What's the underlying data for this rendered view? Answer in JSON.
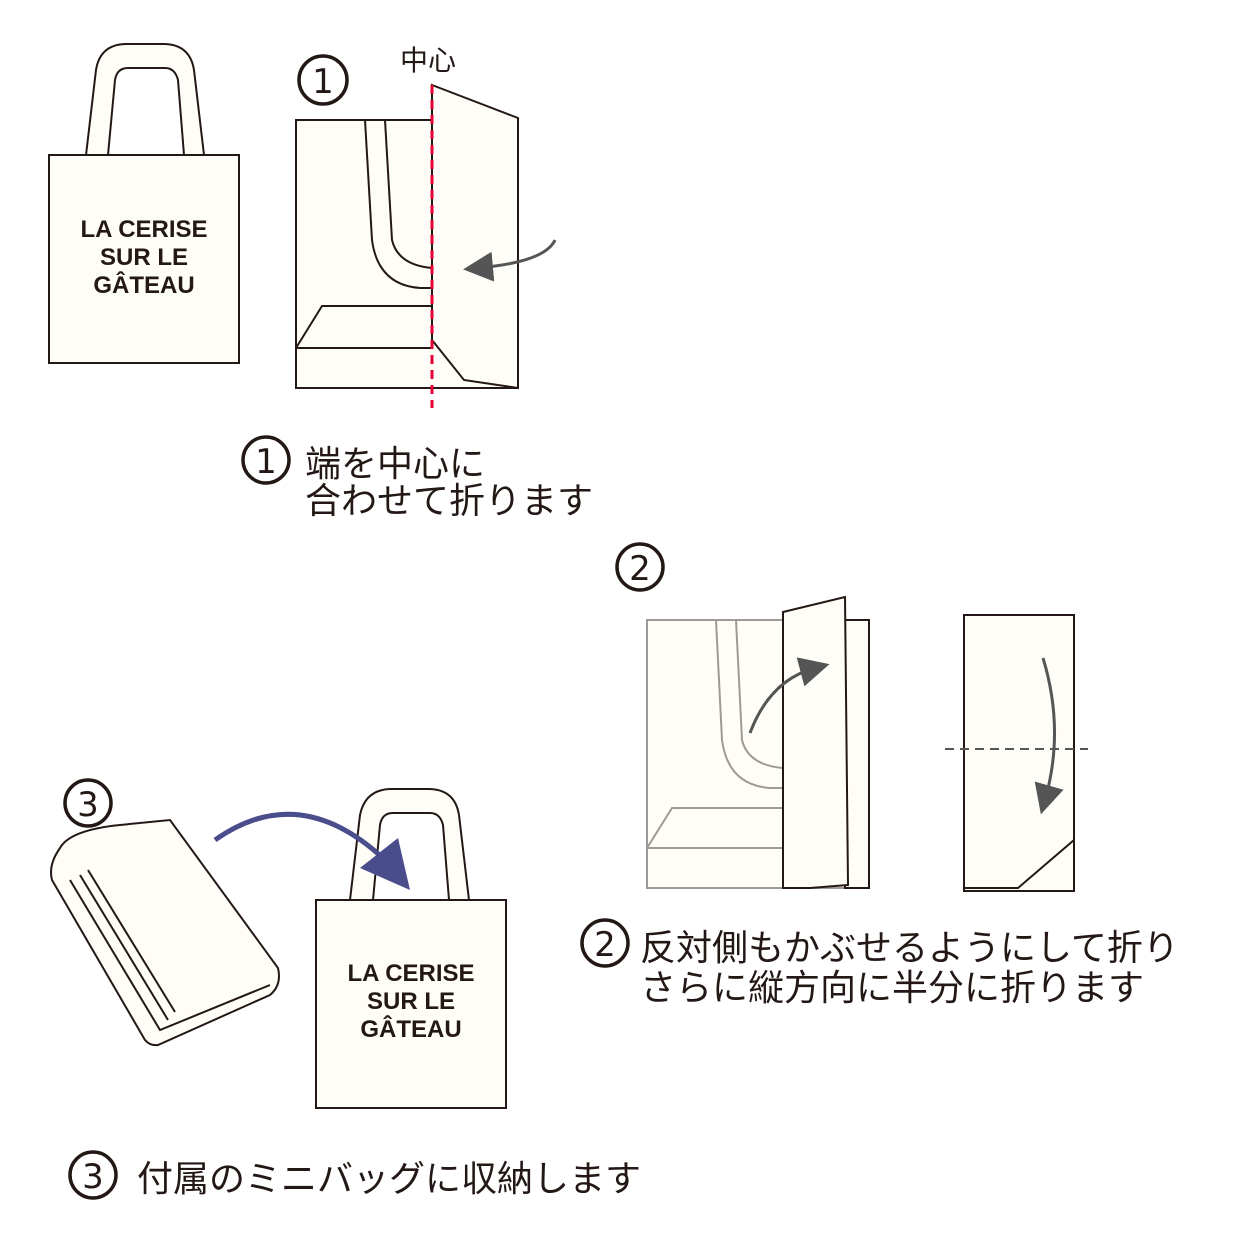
{
  "logo": {
    "line1": "LA CERISE",
    "line2": "SUR LE",
    "line3": "GÂTEAU"
  },
  "center_label": "中心",
  "steps": [
    {
      "number": "1",
      "lines": [
        "端を中心に",
        "合わせて折ります"
      ]
    },
    {
      "number": "2",
      "lines": [
        "反対側もかぶせるようにして折り",
        "さらに縦方向に半分に折ります"
      ]
    },
    {
      "number": "3",
      "lines": [
        "付属のミニバッグに収納します"
      ]
    }
  ],
  "colors": {
    "center_line": "#e60033",
    "arrow": "#4a4d8c",
    "outline": "#231815"
  }
}
